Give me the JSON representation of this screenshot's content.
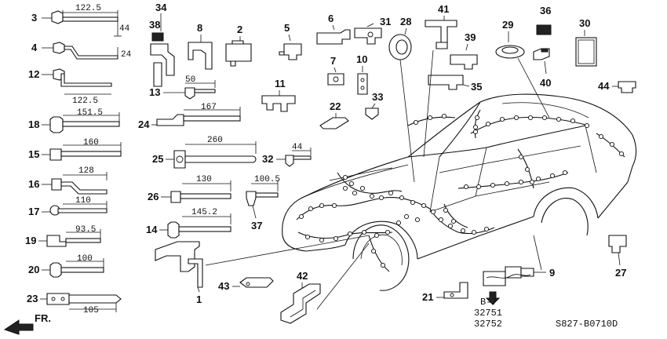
{
  "diagram": {
    "dimensions": {
      "p3": "122.5",
      "p3_side": "44",
      "p4_side": "24",
      "p12": "122.5",
      "p18": "151.5",
      "p15": "160",
      "p16": "128",
      "p17": "110",
      "p19": "93.5",
      "p20": "100",
      "p23": "105",
      "p13": "50",
      "p24": "167",
      "p25": "260",
      "p32": "44",
      "p26": "130",
      "p37": "100.5",
      "p14": "145.2"
    },
    "callouts": {
      "c1": "1",
      "c2": "2",
      "c3": "3",
      "c4": "4",
      "c5": "5",
      "c6": "6",
      "c7": "7",
      "c8": "8",
      "c9": "9",
      "c10": "10",
      "c11": "11",
      "c12": "12",
      "c13": "13",
      "c14": "14",
      "c15": "15",
      "c16": "16",
      "c17": "17",
      "c18": "18",
      "c19": "19",
      "c20": "20",
      "c21": "21",
      "c22": "22",
      "c23": "23",
      "c24": "24",
      "c25": "25",
      "c26": "26",
      "c27": "27",
      "c28": "28",
      "c29": "29",
      "c30": "30",
      "c31": "31",
      "c32": "32",
      "c33": "33",
      "c34": "34",
      "c35": "35",
      "c36": "36",
      "c37": "37",
      "c38": "38",
      "c39": "39",
      "c40": "40",
      "c41": "41",
      "c42": "42",
      "c43": "43",
      "c44": "44"
    },
    "reference": {
      "section": "B-7",
      "part_a": "32751",
      "part_b": "32752"
    },
    "front_label": "FR.",
    "diagram_code": "S827-B0710D"
  }
}
